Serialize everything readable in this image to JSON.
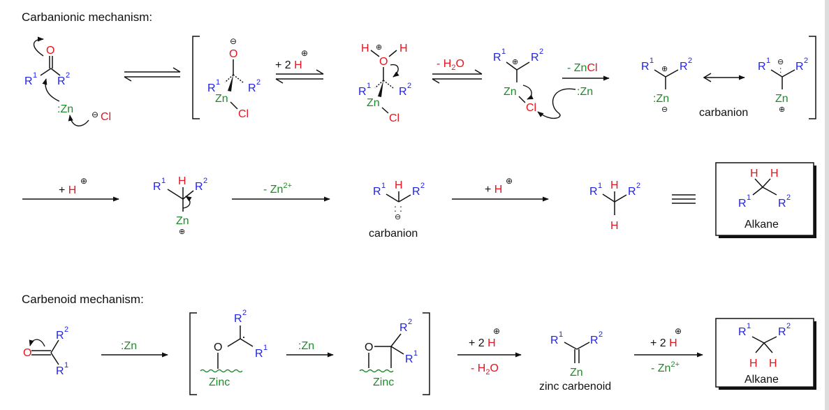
{
  "colors": {
    "black": "#111111",
    "blue": "#1f22e8",
    "red": "#e8141e",
    "green": "#1f8a2a"
  },
  "section_titles": {
    "carbanionic": "Carbanionic mechanism:",
    "carbenoid": "Carbenoid mechanism:"
  },
  "symbols": {
    "anion": "⊖",
    "cation": "⊕",
    "H": "H",
    "O": "O",
    "Zn": "Zn",
    "Cl": "Cl",
    "R": "R",
    "one": "1",
    "two": "2",
    "lone_pair": ":",
    "dot": "·"
  },
  "row1": {
    "zn_reagent": ":Zn",
    "chloride": "Cl",
    "plus_2h": "+ 2 ",
    "minus_h2o_prefix": "- H",
    "minus_h2o_sub": "2",
    "minus_h2o_suffix": "O",
    "minus_zncl_prefix": "- Zn",
    "minus_zncl_cl": "Cl",
    "zn_lp": ":Zn",
    "carbanion_label": "carbanion"
  },
  "row2": {
    "plus_h": "+ ",
    "minus_zn_prefix": "- Zn",
    "minus_zn_charge": "2+",
    "carbanion_label": "carbanion",
    "alkane_label": "Alkane"
  },
  "row3": {
    "zn_reagent": ":Zn",
    "zinc_label": "Zinc",
    "plus_2h": "+ 2 ",
    "minus_h2o_prefix": "- H",
    "minus_h2o_sub": "2",
    "minus_h2o_suffix": "O",
    "minus_zn_prefix": "- Zn",
    "minus_zn_charge": "2+",
    "carbenoid_label": "zinc carbenoid",
    "alkane_label": "Alkane"
  }
}
